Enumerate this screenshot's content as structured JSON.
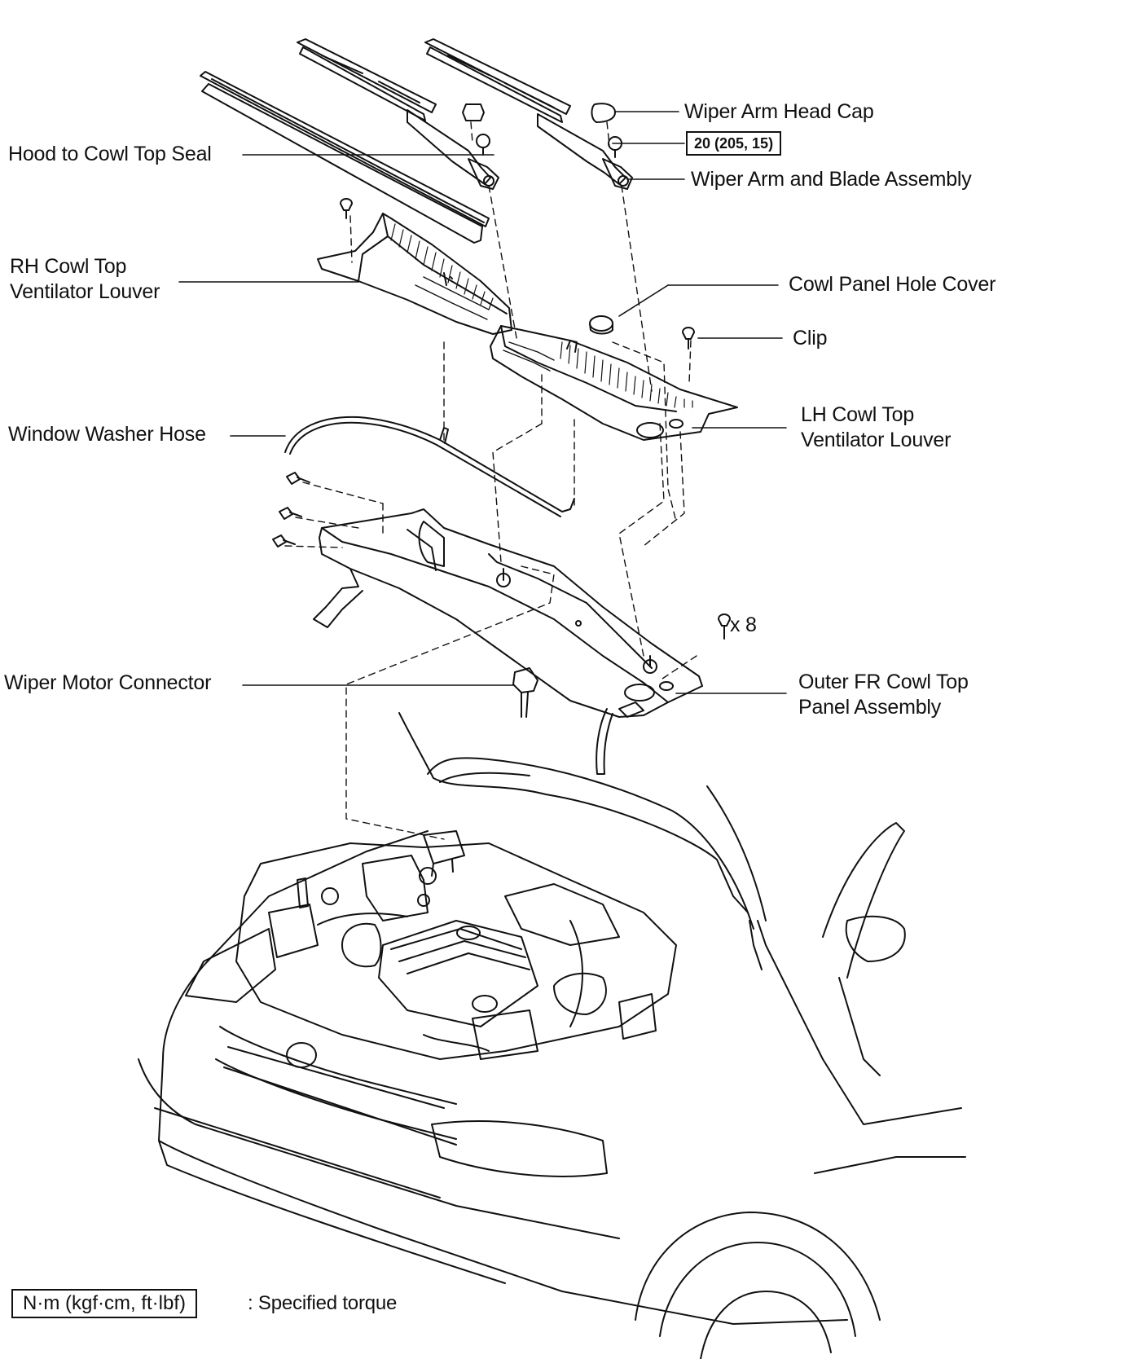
{
  "labels": {
    "wiper_arm_head_cap": "Wiper Arm Head Cap",
    "torque_value": "20 (205, 15)",
    "wiper_arm_blade": "Wiper Arm and Blade Assembly",
    "hood_seal": "Hood to Cowl Top Seal",
    "rh_louver_line1": "RH Cowl Top",
    "rh_louver_line2": "Ventilator Louver",
    "cowl_hole_cover": "Cowl Panel Hole Cover",
    "clip": "Clip",
    "lh_louver_line1": "LH Cowl Top",
    "lh_louver_line2": "Ventilator Louver",
    "washer_hose": "Window Washer Hose",
    "bolt_qty": "x 8",
    "wiper_motor_connector": "Wiper Motor Connector",
    "outer_fr_line1": "Outer FR Cowl Top",
    "outer_fr_line2": "Panel Assembly"
  },
  "legend": {
    "unit": "N·m (kgf·cm, ft·lbf)",
    "meaning": ": Specified torque"
  }
}
